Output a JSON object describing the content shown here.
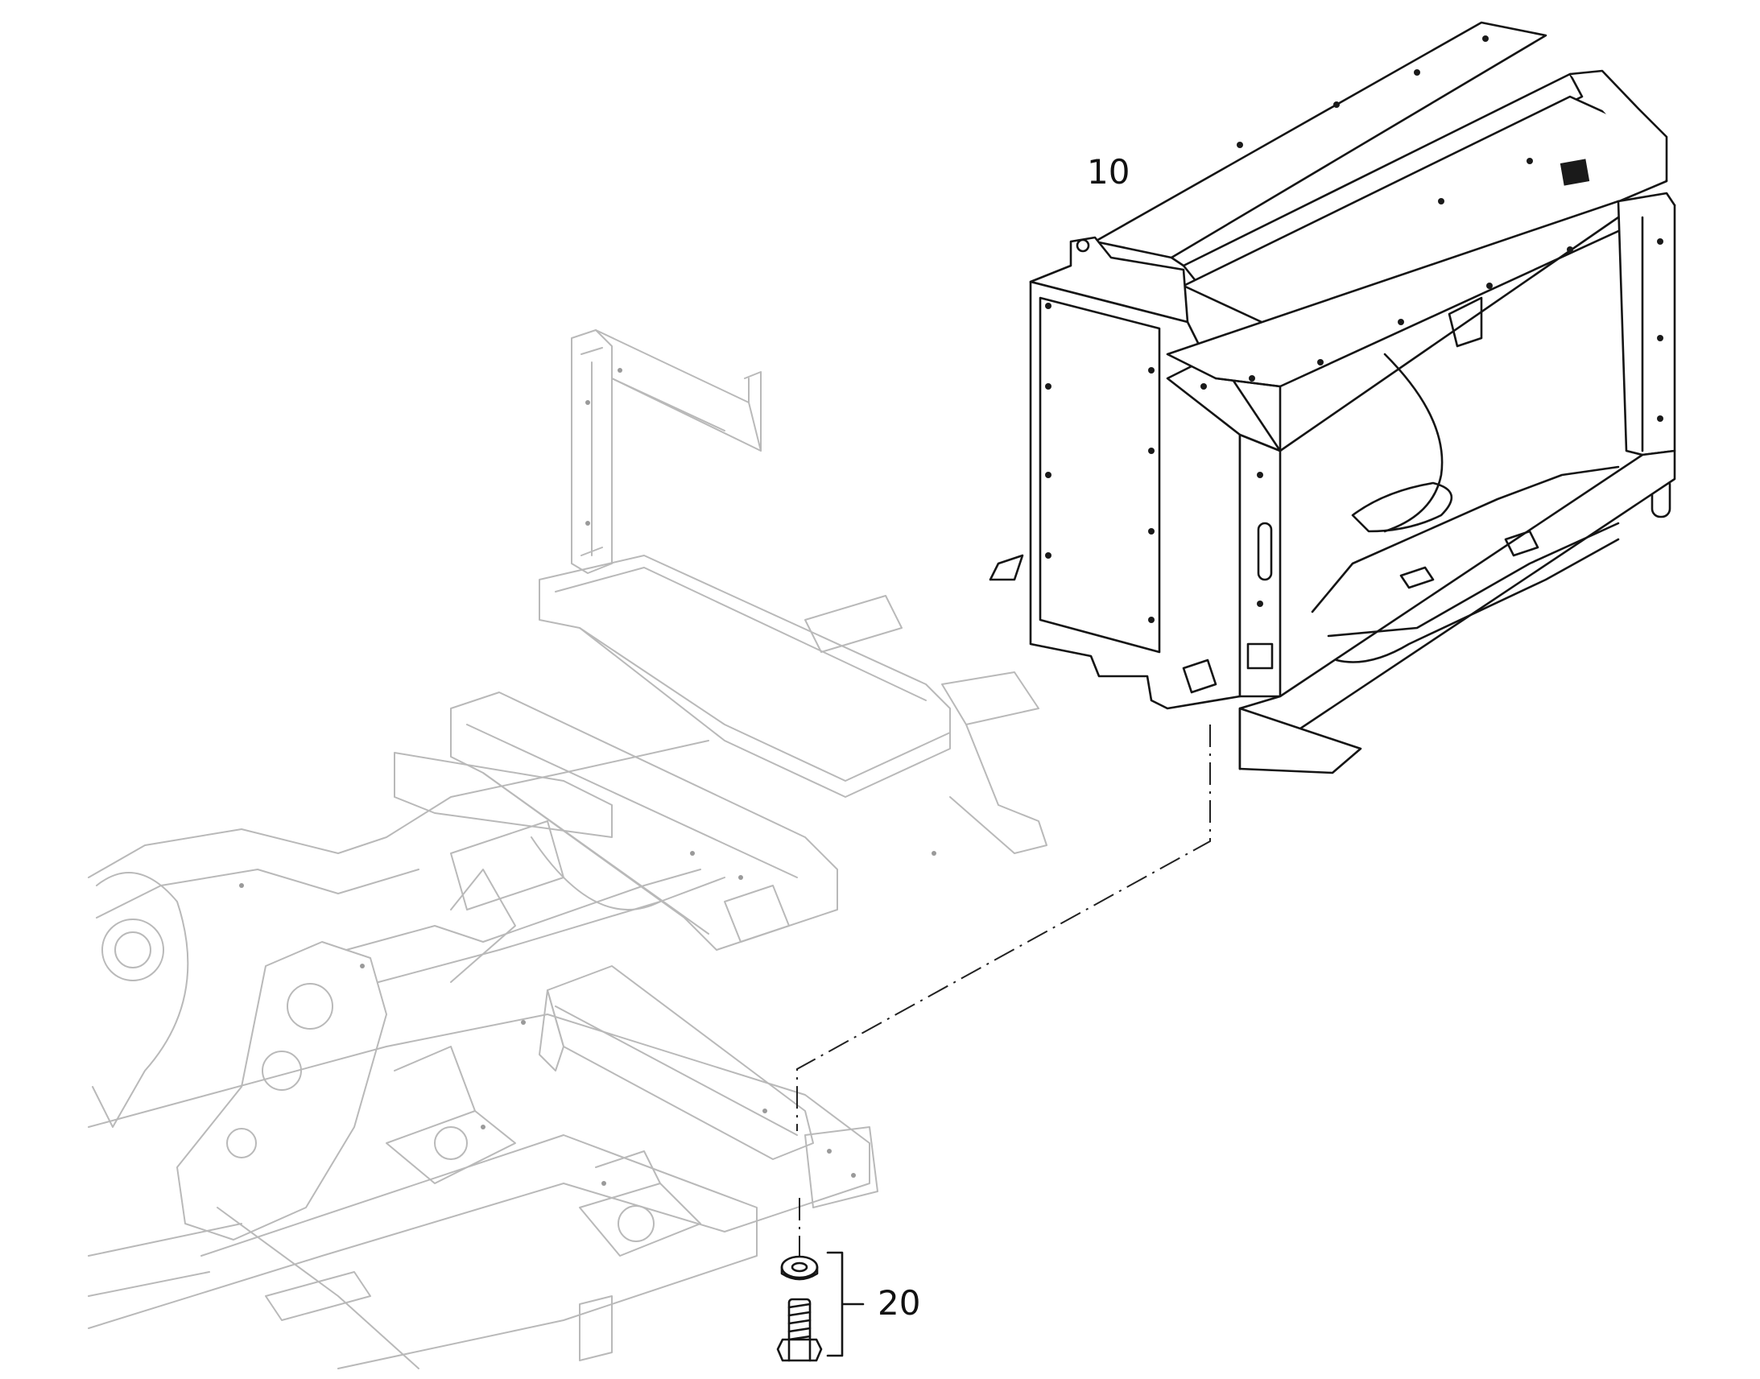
{
  "diagram": {
    "type": "exploded-parts-view",
    "callouts": [
      {
        "id": "callout-10",
        "label": "10",
        "part": "radiator-housing-frame"
      },
      {
        "id": "callout-20",
        "label": "20",
        "part": "bolt-and-washer-set"
      }
    ]
  },
  "colors": {
    "highlight_stroke": "#151515",
    "background_stroke": "#b9b9b9",
    "background": "#ffffff"
  }
}
